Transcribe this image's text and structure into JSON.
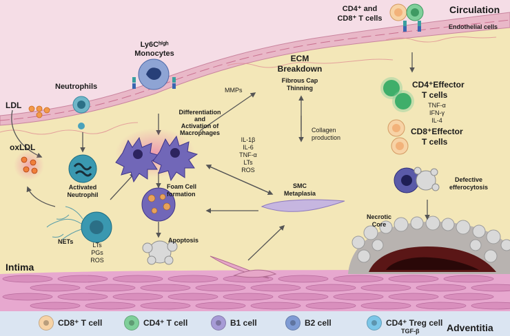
{
  "regions": {
    "circulation": "Circulation",
    "intima": "Intima",
    "adventitia": "Adventitia",
    "endothelial": "Endothelial cells"
  },
  "labels": {
    "cd4_cd8_line1": "CD4⁺ and",
    "cd4_cd8_line2": "CD8⁺ T cells",
    "ldl": "LDL",
    "neutrophils": "Neutrophils",
    "ly6c_line1": "Ly6Cʰⁱᵍʰ",
    "ly6c_line2": "Monocytes",
    "oxldl": "oxLDL",
    "activated_neutrophil_1": "Activated",
    "activated_neutrophil_2": "Neutrophil",
    "nets": "NETs",
    "nets_products": [
      "LTs",
      "PGs",
      "ROS"
    ],
    "diff_1": "Differentiation",
    "diff_2": "and",
    "diff_3": "Activation of",
    "diff_4": "Macrophages",
    "mmps": "MMPs",
    "ecm_1": "ECM",
    "ecm_2": "Breakdown",
    "fibrous_1": "Fibrous Cap",
    "fibrous_2": "Thinning",
    "collagen_1": "Collagen",
    "collagen_2": "production",
    "cytokines": [
      "IL-1β",
      "IL-6",
      "TNF-α",
      "LTs",
      "ROS"
    ],
    "smc_1": "SMC",
    "smc_2": "Metaplasia",
    "foam_1": "Foam Cell",
    "foam_2": "formation",
    "apoptosis": "Apoptosis",
    "cd4_effector_1": "CD4⁺Effector",
    "cd4_effector_2": "T cells",
    "cd4_products": [
      "TNF-α",
      "IFN-γ",
      "IL-4"
    ],
    "cd8_effector_1": "CD8⁺Effector",
    "cd8_effector_2": "T cells",
    "defective_1": "Defective",
    "defective_2": "efferocytosis",
    "necrotic_1": "Necrotic",
    "necrotic_2": "Core"
  },
  "legend": [
    {
      "label": "CD8⁺ T cell",
      "color": "#f7d3a6"
    },
    {
      "label": "CD4⁺ T cell",
      "color": "#7fcf9a"
    },
    {
      "label": "B1 cell",
      "color": "#a79bd6"
    },
    {
      "label": "B2 cell",
      "color": "#7f9bd4"
    },
    {
      "label": "CD4⁺ Treg cell",
      "color": "#7cc6e8"
    }
  ],
  "legend_sub": "TGF-β",
  "colors": {
    "circulation": "#f5dde6",
    "intima": "#f3e7b8",
    "endothelium": "#e9b8c8",
    "media": "#e7a8cf",
    "adventitia": "#dbe5f2",
    "arrow": "#555555"
  }
}
